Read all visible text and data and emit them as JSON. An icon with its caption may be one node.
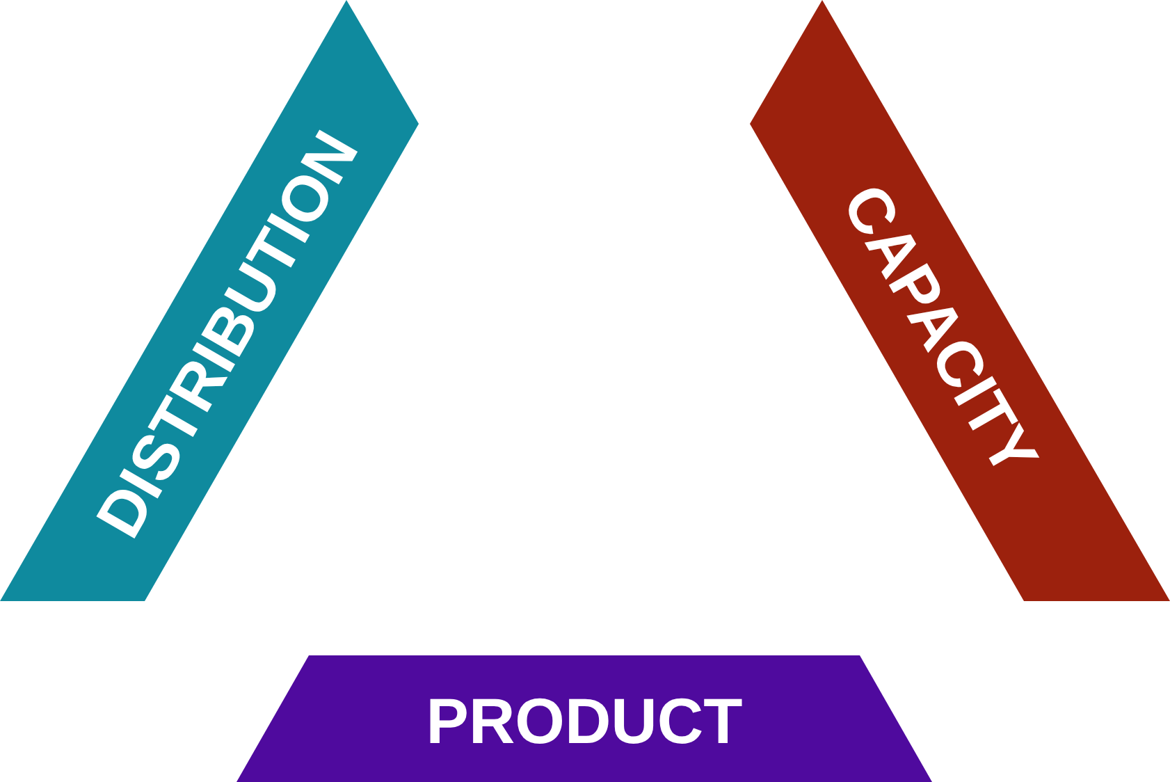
{
  "diagram": {
    "nodes": [
      {
        "text": [
          "DISTRIBUTION"
        ]
      },
      {
        "text": [
          "CAPACITY"
        ]
      },
      {
        "text": [
          "PRODUCT"
        ]
      }
    ]
  }
}
